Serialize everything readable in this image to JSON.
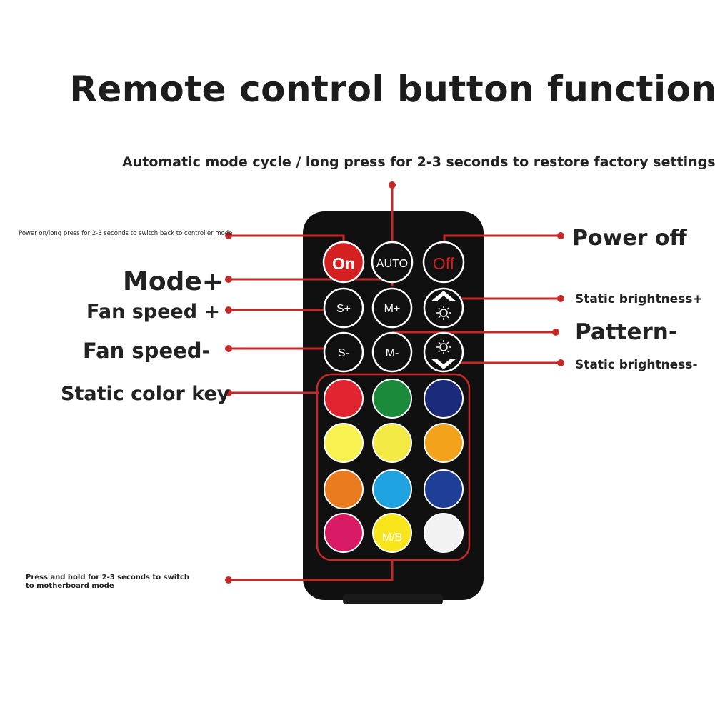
{
  "title": "Remote control button function",
  "labels": {
    "auto": "Automatic mode cycle / long press for 2-3 seconds to restore factory settings",
    "power_on": "Power on/long press for 2-3 seconds to switch back to controller mode",
    "power_off": "Power off",
    "mode_plus": "Mode+",
    "fan_speed_plus": "Fan speed +",
    "static_brightness_plus": "Static brightness+",
    "pattern_minus": "Pattern-",
    "fan_speed_minus": "Fan speed-",
    "static_brightness_minus": "Static brightness-",
    "static_color_key": "Static color key",
    "motherboard": "Press and hold for 2-3 seconds to switch to motherboard mode"
  },
  "buttons": {
    "on": "On",
    "auto": "AUTO",
    "off": "Off",
    "s_plus": "S+",
    "m_plus": "M+",
    "s_minus": "S-",
    "m_minus": "M-",
    "mb": "M/B"
  },
  "colors": {
    "remote_body": "#0f0f0f",
    "accent_line": "#c62828",
    "swatches": [
      "#e02530",
      "#1b8a3a",
      "#1c2a7a",
      "#f7f250",
      "#f4ea45",
      "#f2a21b",
      "#ea7a1e",
      "#1fa2e0",
      "#1f3f96",
      "#d81b64",
      "#f8e51c",
      "#f2f2f2"
    ]
  }
}
